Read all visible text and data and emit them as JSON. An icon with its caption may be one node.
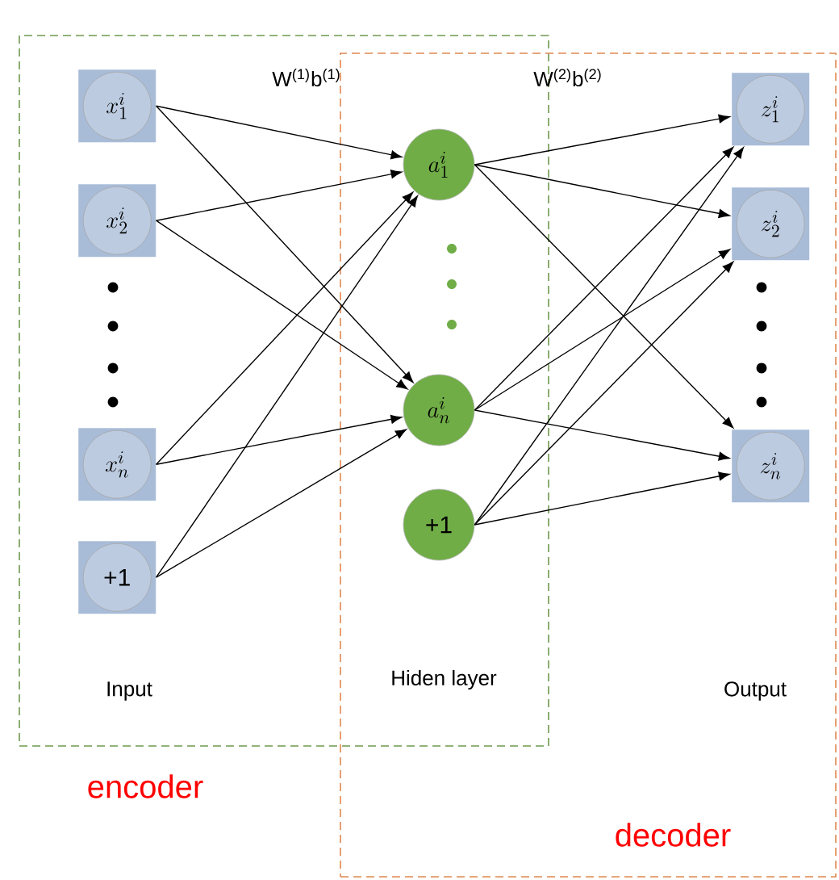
{
  "diagram": {
    "nodes": [
      {
        "text": [
          "encoder"
        ]
      },
      {
        "text": [
          "decoder"
        ]
      },
      {
        "text": [
          "x_1^i"
        ],
        "in": 0
      },
      {
        "text": [
          "x_2^i"
        ],
        "in": 0
      },
      {
        "text": [
          "x_n^i"
        ],
        "in": 0
      },
      {
        "text": [
          "+1"
        ],
        "in": 0
      },
      {
        "text": [
          "a_1^i"
        ]
      },
      {
        "text": [
          "a_n^i"
        ]
      },
      {
        "text": [
          "+1"
        ]
      },
      {
        "text": [
          "z_1^i"
        ],
        "in": 1
      },
      {
        "text": [
          "z_2^i"
        ],
        "in": 1
      },
      {
        "text": [
          "z_n^i"
        ],
        "in": 1
      }
    ],
    "edges": [
      {
        "from": 2,
        "to": 6,
        "arrow": "to"
      },
      {
        "from": 2,
        "to": 7,
        "arrow": "to"
      },
      {
        "from": 3,
        "to": 6,
        "arrow": "to"
      },
      {
        "from": 3,
        "to": 7,
        "arrow": "to"
      },
      {
        "from": 4,
        "to": 6,
        "arrow": "to"
      },
      {
        "from": 4,
        "to": 7,
        "arrow": "to"
      },
      {
        "from": 5,
        "to": 6,
        "arrow": "to"
      },
      {
        "from": 5,
        "to": 7,
        "arrow": "to"
      },
      {
        "from": 6,
        "to": 9,
        "arrow": "to"
      },
      {
        "from": 6,
        "to": 10,
        "arrow": "to"
      },
      {
        "from": 6,
        "to": 11,
        "arrow": "to"
      },
      {
        "from": 7,
        "to": 9,
        "arrow": "to"
      },
      {
        "from": 7,
        "to": 10,
        "arrow": "to"
      },
      {
        "from": 7,
        "to": 11,
        "arrow": "to"
      },
      {
        "from": 8,
        "to": 9,
        "arrow": "to"
      },
      {
        "from": 8,
        "to": 10,
        "arrow": "to"
      },
      {
        "from": 8,
        "to": 11,
        "arrow": "to"
      }
    ],
    "labels": [
      "W$^{(1)}$b$^{(1)}$",
      "W$^{(2)}$b$^{(2)}$",
      "Input",
      "Hiden layer",
      "Output"
    ]
  }
}
